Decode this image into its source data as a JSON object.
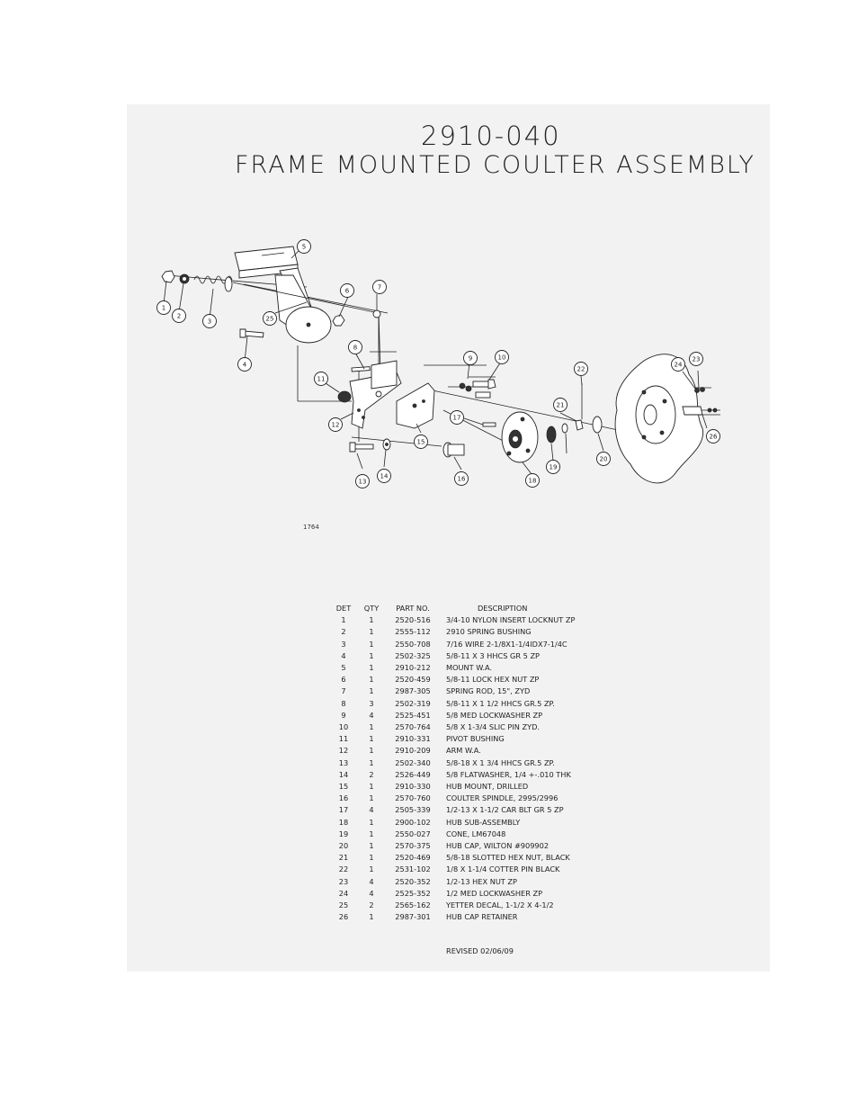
{
  "header": {
    "part_number": "2910-040",
    "assembly_title": "FRAME MOUNTED COULTER ASSEMBLY"
  },
  "drawing_number": "1764",
  "callouts": [
    "1",
    "2",
    "3",
    "4",
    "5",
    "6",
    "7",
    "8",
    "9",
    "10",
    "11",
    "12",
    "13",
    "14",
    "15",
    "16",
    "17",
    "18",
    "19",
    "20",
    "21",
    "22",
    "23",
    "24",
    "25",
    "26"
  ],
  "parts_table": {
    "columns": [
      "DET",
      "QTY",
      "PART NO.",
      "DESCRIPTION"
    ],
    "rows": [
      [
        "1",
        "1",
        "2520-516",
        "3/4-10 NYLON INSERT LOCKNUT ZP"
      ],
      [
        "2",
        "1",
        "2555-112",
        "2910 SPRING BUSHING"
      ],
      [
        "3",
        "1",
        "2550-708",
        "7/16 WIRE 2-1/8X1-1/4IDX7-1/4C"
      ],
      [
        "4",
        "1",
        "2502-325",
        "5/8-11 X 3 HHCS GR 5 ZP"
      ],
      [
        "5",
        "1",
        "2910-212",
        "MOUNT W.A."
      ],
      [
        "6",
        "1",
        "2520-459",
        "5/8-11 LOCK HEX NUT  ZP"
      ],
      [
        "7",
        "1",
        "2987-305",
        "SPRING ROD, 15\", ZYD"
      ],
      [
        "8",
        "3",
        "2502-319",
        "5/8-11 X 1 1/2 HHCS GR.5 ZP."
      ],
      [
        "9",
        "4",
        "2525-451",
        "5/8 MED LOCKWASHER ZP"
      ],
      [
        "10",
        "1",
        "2570-764",
        "5/8 X 1-3/4 SLIC PIN ZYD."
      ],
      [
        "11",
        "1",
        "2910-331",
        "PIVOT BUSHING"
      ],
      [
        "12",
        "1",
        "2910-209",
        "ARM W.A."
      ],
      [
        "13",
        "1",
        "2502-340",
        "5/8-18 X 1 3/4 HHCS GR.5 ZP."
      ],
      [
        "14",
        "2",
        "2526-449",
        "5/8 FLATWASHER, 1/4 +-.010 THK"
      ],
      [
        "15",
        "1",
        "2910-330",
        "HUB MOUNT, DRILLED"
      ],
      [
        "16",
        "1",
        "2570-760",
        "COULTER SPINDLE, 2995/2996"
      ],
      [
        "17",
        "4",
        "2505-339",
        "1/2-13 X 1-1/2 CAR BLT GR 5 ZP"
      ],
      [
        "18",
        "1",
        "2900-102",
        "HUB SUB-ASSEMBLY"
      ],
      [
        "19",
        "1",
        "2550-027",
        "CONE, LM67048"
      ],
      [
        "20",
        "1",
        "2570-375",
        "HUB CAP, WILTON #909902"
      ],
      [
        "21",
        "1",
        "2520-469",
        "5/8-18 SLOTTED HEX NUT, BLACK"
      ],
      [
        "22",
        "1",
        "2531-102",
        "1/8 X 1-1/4 COTTER PIN  BLACK"
      ],
      [
        "23",
        "4",
        "2520-352",
        "1/2-13 HEX NUT ZP"
      ],
      [
        "24",
        "4",
        "2525-352",
        "1/2 MED LOCKWASHER ZP"
      ],
      [
        "25",
        "2",
        "2565-162",
        "YETTER DECAL, 1-1/2 X 4-1/2"
      ],
      [
        "26",
        "1",
        "2987-301",
        "HUB CAP RETAINER"
      ]
    ]
  },
  "revised": "REVISED 02/06/09"
}
